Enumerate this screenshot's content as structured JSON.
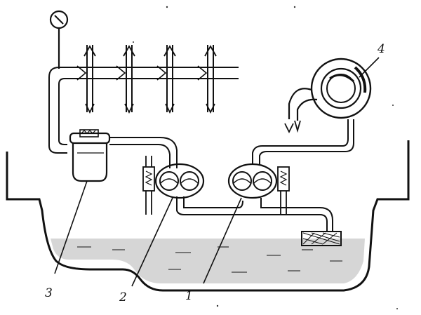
{
  "callouts": [
    {
      "id": "oil-pump-1",
      "text": "1"
    },
    {
      "id": "oil-pump-2",
      "text": "2"
    },
    {
      "id": "filter-3",
      "text": "3"
    },
    {
      "id": "turbocharger-4",
      "text": "4"
    }
  ],
  "colors": {
    "ink": "#111111",
    "oil": "#b5b5b5",
    "background": "#ffffff"
  }
}
